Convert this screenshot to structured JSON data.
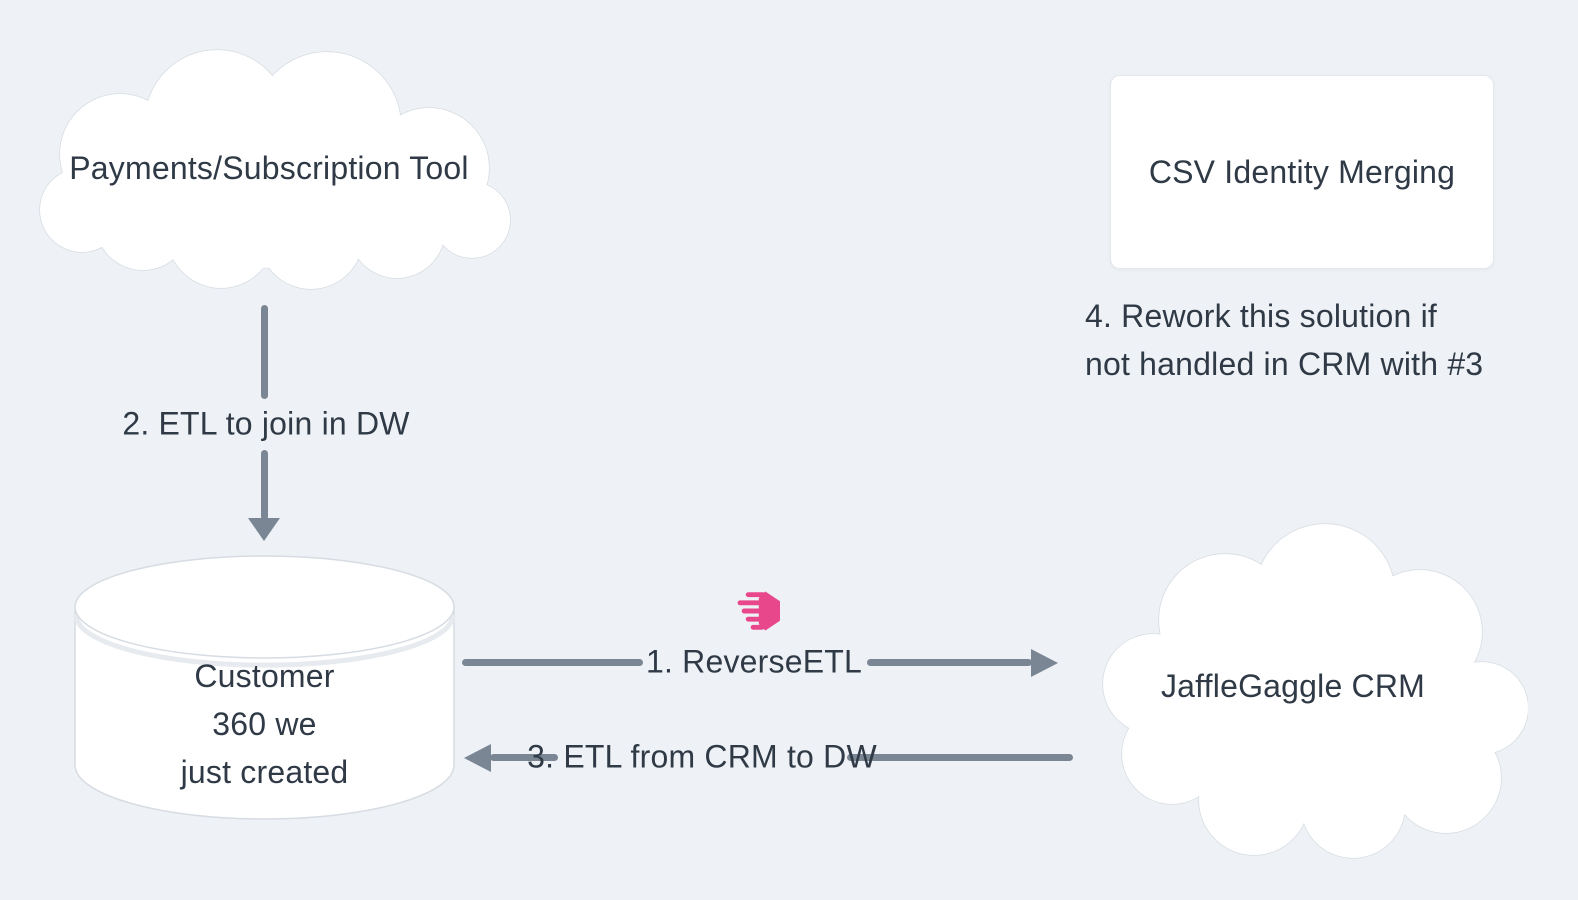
{
  "canvas": {
    "bg_color": "#eef1f5"
  },
  "colors": {
    "text": "#2f3a46",
    "arrow": "#7b8694",
    "accent_pink": "#e8488b",
    "shape_fill": "#ffffff",
    "shape_stroke": "#d6dce2"
  },
  "nodes": {
    "payments_cloud": {
      "shape": "cloud",
      "label": "Payments/Subscription Tool"
    },
    "csv_card": {
      "shape": "rounded-rectangle",
      "label": "CSV Identity Merging"
    },
    "customer_db": {
      "shape": "database-cylinder",
      "label": "Customer 360 we\njust created"
    },
    "crm_cloud": {
      "shape": "cloud",
      "label": "JaffleGaggle CRM"
    }
  },
  "edges": {
    "reverse_etl": {
      "label": "1. ReverseETL",
      "direction": "right",
      "from": "customer_db",
      "to": "crm_cloud"
    },
    "etl_join": {
      "label": "2. ETL to join in DW",
      "direction": "down",
      "from": "payments_cloud",
      "to": "customer_db"
    },
    "etl_from_crm": {
      "label": "3. ETL from CRM to DW",
      "direction": "left",
      "from": "crm_cloud",
      "to": "customer_db"
    }
  },
  "annotations": {
    "rework_note": "4. Rework this solution if\nnot handled in CRM with #3"
  },
  "icons": {
    "hightouch_logo": {
      "color": "#e8488b"
    }
  }
}
